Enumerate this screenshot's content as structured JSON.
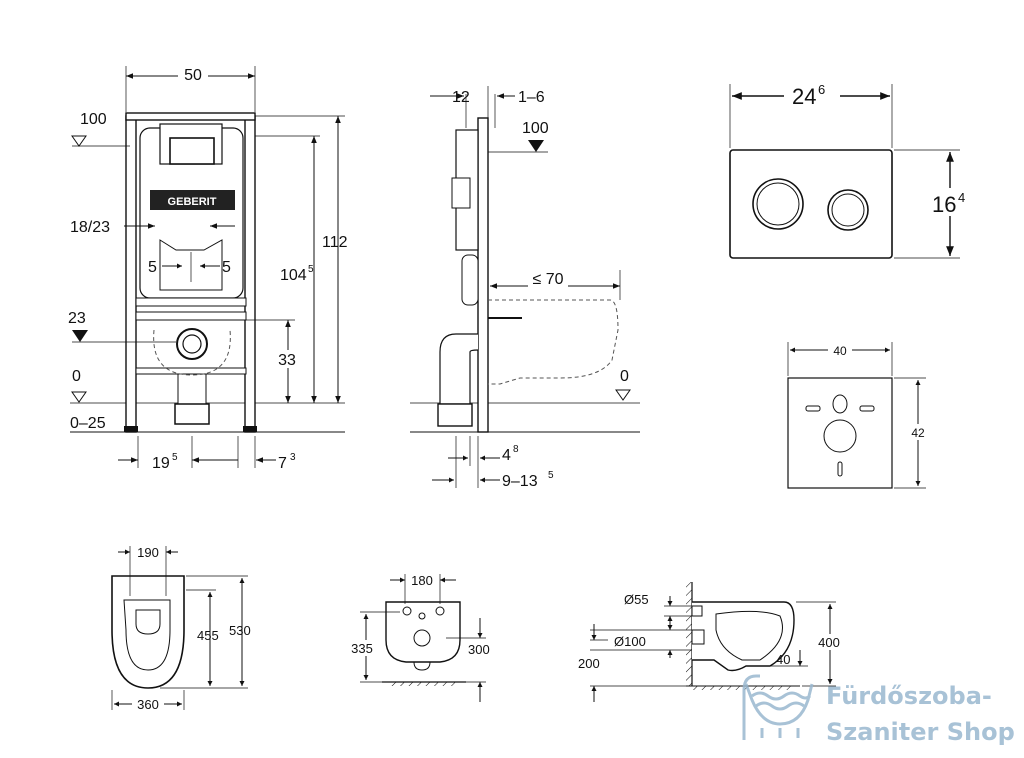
{
  "frame_front": {
    "width": "50",
    "height_total": "112",
    "height_inner": "104",
    "height_inner_sup": "5",
    "level_top": "100",
    "level_mid": "23",
    "level_zero": "0",
    "range_floor": "0–25",
    "drain_spacing": "18/23",
    "offset_left": "5",
    "offset_right": "5",
    "outlet_height": "33",
    "foot_left": "19",
    "foot_left_sup": "5",
    "foot_right": "7",
    "foot_right_sup": "3",
    "brand": "GEBERIT"
  },
  "frame_side": {
    "depth": "12",
    "wall_range": "1–6",
    "level_top": "100",
    "projection": "≤ 70",
    "level_zero": "0",
    "foot_depth": "4",
    "foot_depth_sup": "8",
    "range_depth": "9–13",
    "range_depth_sup": "5"
  },
  "flush_plate": {
    "width": "24",
    "width_sup": "6",
    "height": "16",
    "height_sup": "4"
  },
  "wall_plate": {
    "width": "40",
    "height": "42"
  },
  "bowl_top": {
    "seat_width": "190",
    "inner_length": "455",
    "total_length": "530",
    "bowl_width": "360"
  },
  "bowl_front": {
    "bolt_spacing": "180",
    "inlet_height": "335",
    "outlet_height": "300"
  },
  "bowl_side": {
    "inlet_diameter": "Ø55",
    "outlet_diameter": "Ø100",
    "floor_height": "200",
    "bowl_height": "400",
    "outlet_offset": "40"
  },
  "watermark": {
    "line1": "Fürdőszoba-",
    "line2": "Szaniter Shop",
    "color": "#9ab8d0"
  }
}
